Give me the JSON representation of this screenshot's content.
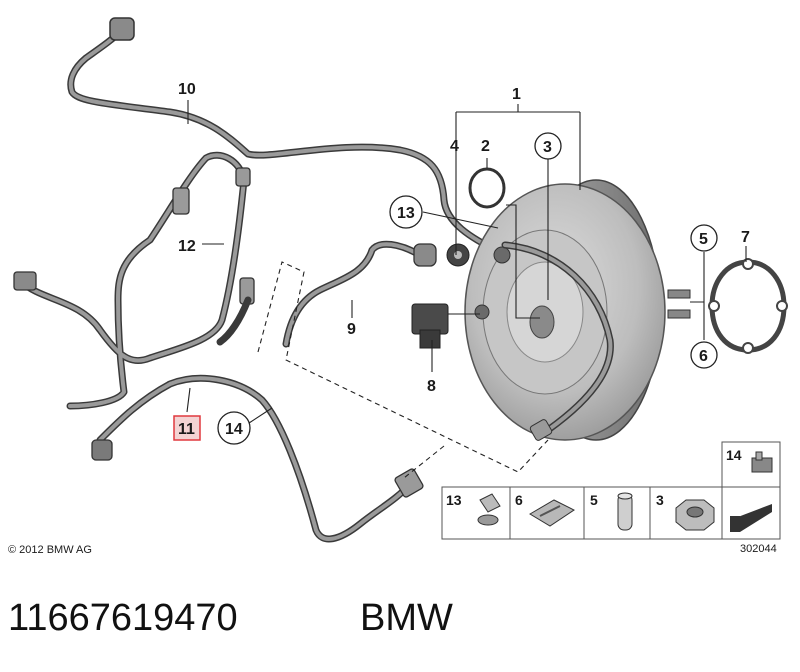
{
  "labels": {
    "p1": "1",
    "p2": "2",
    "p3": "3",
    "p4": "4",
    "p5": "5",
    "p6": "6",
    "p7": "7",
    "p8": "8",
    "p9": "9",
    "p10": "10",
    "p11": "11",
    "p12": "12",
    "p13": "13",
    "p14": "14"
  },
  "legend": {
    "i14": "14",
    "i13": "13",
    "i6": "6",
    "i5": "5",
    "i3": "3"
  },
  "copyright": "© 2012 BMW AG",
  "diagram_number": "302044",
  "part_number": "11667619470",
  "brand": "BMW",
  "colors": {
    "highlight": "#e0393e",
    "highlight_fill": "#f3d3d3"
  }
}
